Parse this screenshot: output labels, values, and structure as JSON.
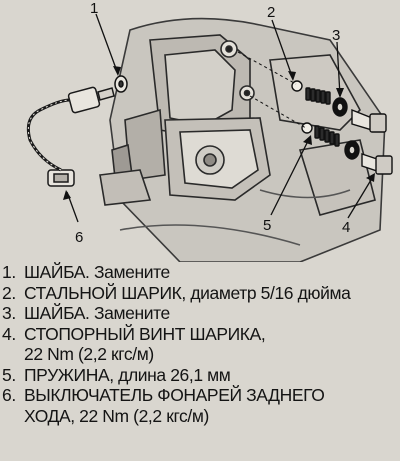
{
  "diagram": {
    "callouts": [
      "1",
      "2",
      "3",
      "4",
      "5",
      "6"
    ]
  },
  "legend": {
    "items": [
      {
        "num": "1.",
        "lines": [
          "ШАЙБА. Замените"
        ]
      },
      {
        "num": "2.",
        "lines": [
          "СТАЛЬНОЙ ШАРИК, диаметр 5/16 дюйма"
        ]
      },
      {
        "num": "3.",
        "lines": [
          "ШАЙБА. Замените"
        ]
      },
      {
        "num": "4.",
        "lines": [
          "СТОПОРНЫЙ ВИНТ ШАРИКА,",
          "22 Nm (2,2 кгс/м)"
        ]
      },
      {
        "num": "5.",
        "lines": [
          "ПРУЖИНА, длина 26,1 мм"
        ]
      },
      {
        "num": "6.",
        "lines": [
          "ВЫКЛЮЧАТЕЛЬ ФОНАРЕЙ ЗАДНЕГО",
          "ХОДА, 22 Nm (2,2 кгс/м)"
        ]
      }
    ]
  }
}
